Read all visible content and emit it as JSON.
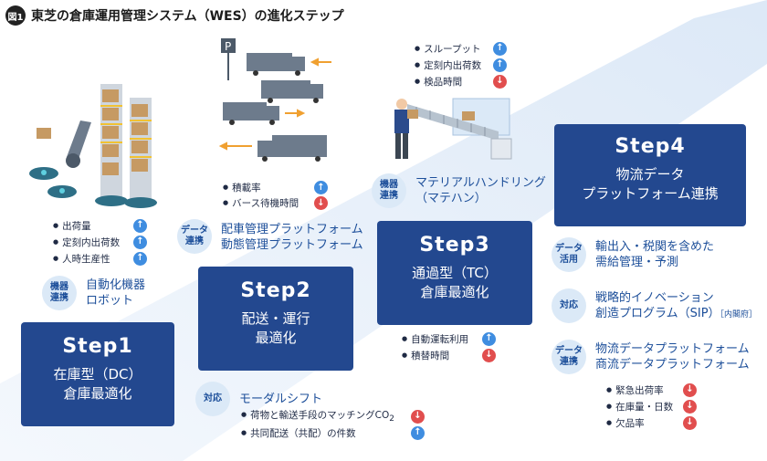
{
  "figure": {
    "badge": "図1",
    "title": "東芝の倉庫運用管理システム（WES）の進化ステップ"
  },
  "colors": {
    "step_box": "#23488f",
    "pill_bg": "#dbe9f7",
    "pill_text": "#1d4f9a",
    "up": "#3f8de0",
    "down": "#e14e4e",
    "band": "#e9f1fb"
  },
  "steps": [
    {
      "label": "Step1",
      "desc1": "在庫型（DC）",
      "desc2": "倉庫最適化"
    },
    {
      "label": "Step2",
      "desc1": "配送・運行",
      "desc2": "最適化"
    },
    {
      "label": "Step3",
      "desc1": "通過型（TC）",
      "desc2": "倉庫最適化"
    },
    {
      "label": "Step4",
      "desc1": "物流データ",
      "desc2": "プラットフォーム連携"
    }
  ],
  "step1": {
    "metrics": [
      {
        "label": "出荷量",
        "dir": "up"
      },
      {
        "label": "定刻内出荷数",
        "dir": "up"
      },
      {
        "label": "人時生産性",
        "dir": "up"
      }
    ],
    "pill": {
      "line1": "機器",
      "line2": "連携"
    },
    "pill_text": [
      "自動化機器",
      "ロボット"
    ]
  },
  "step2": {
    "metrics": [
      {
        "label": "積載率",
        "dir": "up"
      },
      {
        "label": "バース待機時間",
        "dir": "down"
      }
    ],
    "pill": {
      "line1": "データ",
      "line2": "連携"
    },
    "pill_text": [
      "配車管理プラットフォーム",
      "動態管理プラットフォーム"
    ],
    "bottom_pill": "対応",
    "bottom_title": "モーダルシフト",
    "bottom_metrics": [
      {
        "label": "荷物と輸送手段のマッチングCO",
        "sub": "2",
        "dir": "down"
      },
      {
        "label": "共同配送（共配）の件数",
        "dir": "up"
      }
    ]
  },
  "step3": {
    "top_metrics": [
      {
        "label": "スループット",
        "dir": "up"
      },
      {
        "label": "定刻内出荷数",
        "dir": "up"
      },
      {
        "label": "検品時間",
        "dir": "down"
      }
    ],
    "pill": {
      "line1": "機器",
      "line2": "連携"
    },
    "pill_text": [
      "マテリアルハンドリング",
      "（マテハン）"
    ],
    "bottom_metrics": [
      {
        "label": "自動運転利用",
        "dir": "up"
      },
      {
        "label": "積替時間",
        "dir": "down"
      }
    ]
  },
  "step4": {
    "rows": [
      {
        "pill1": "データ",
        "pill2": "活用",
        "text": [
          "輸出入・税関を含めた",
          "需給管理・予測"
        ]
      },
      {
        "pill1": "対応",
        "pill2": "",
        "text": [
          "戦略的イノベーション",
          "創造プログラム（SIP）"
        ],
        "suffix": "［内閣府］"
      },
      {
        "pill1": "データ",
        "pill2": "連携",
        "text": [
          "物流データプラットフォーム",
          "商流データプラットフォーム"
        ]
      }
    ],
    "metrics": [
      {
        "label": "緊急出荷率",
        "dir": "down"
      },
      {
        "label": "在庫量・日数",
        "dir": "down"
      },
      {
        "label": "欠品率",
        "dir": "down"
      }
    ]
  },
  "arrow_glyphs": {
    "up": "↑",
    "down": "↓"
  }
}
